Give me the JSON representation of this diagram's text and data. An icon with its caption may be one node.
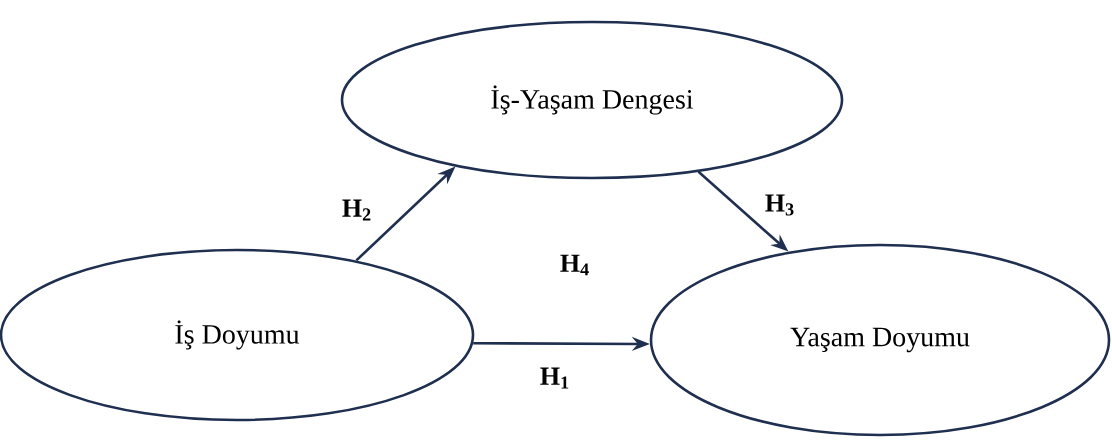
{
  "diagram": {
    "nodes": [
      {
        "text": [
          "İş-Yaşam Dengesi"
        ]
      },
      {
        "text": [
          "İş Doyumu"
        ]
      },
      {
        "text": [
          "Yaşam Doyumu"
        ]
      }
    ],
    "edges": [
      {
        "from": 1,
        "to": 2,
        "arrow": "to",
        "label": "H$_{1}$"
      },
      {
        "from": 1,
        "to": 0,
        "arrow": "to",
        "label": "H$_{2}$"
      },
      {
        "from": 0,
        "to": 2,
        "arrow": "to",
        "label": "H$_{3}$"
      }
    ],
    "labels": [
      "H$_{4}$"
    ]
  }
}
